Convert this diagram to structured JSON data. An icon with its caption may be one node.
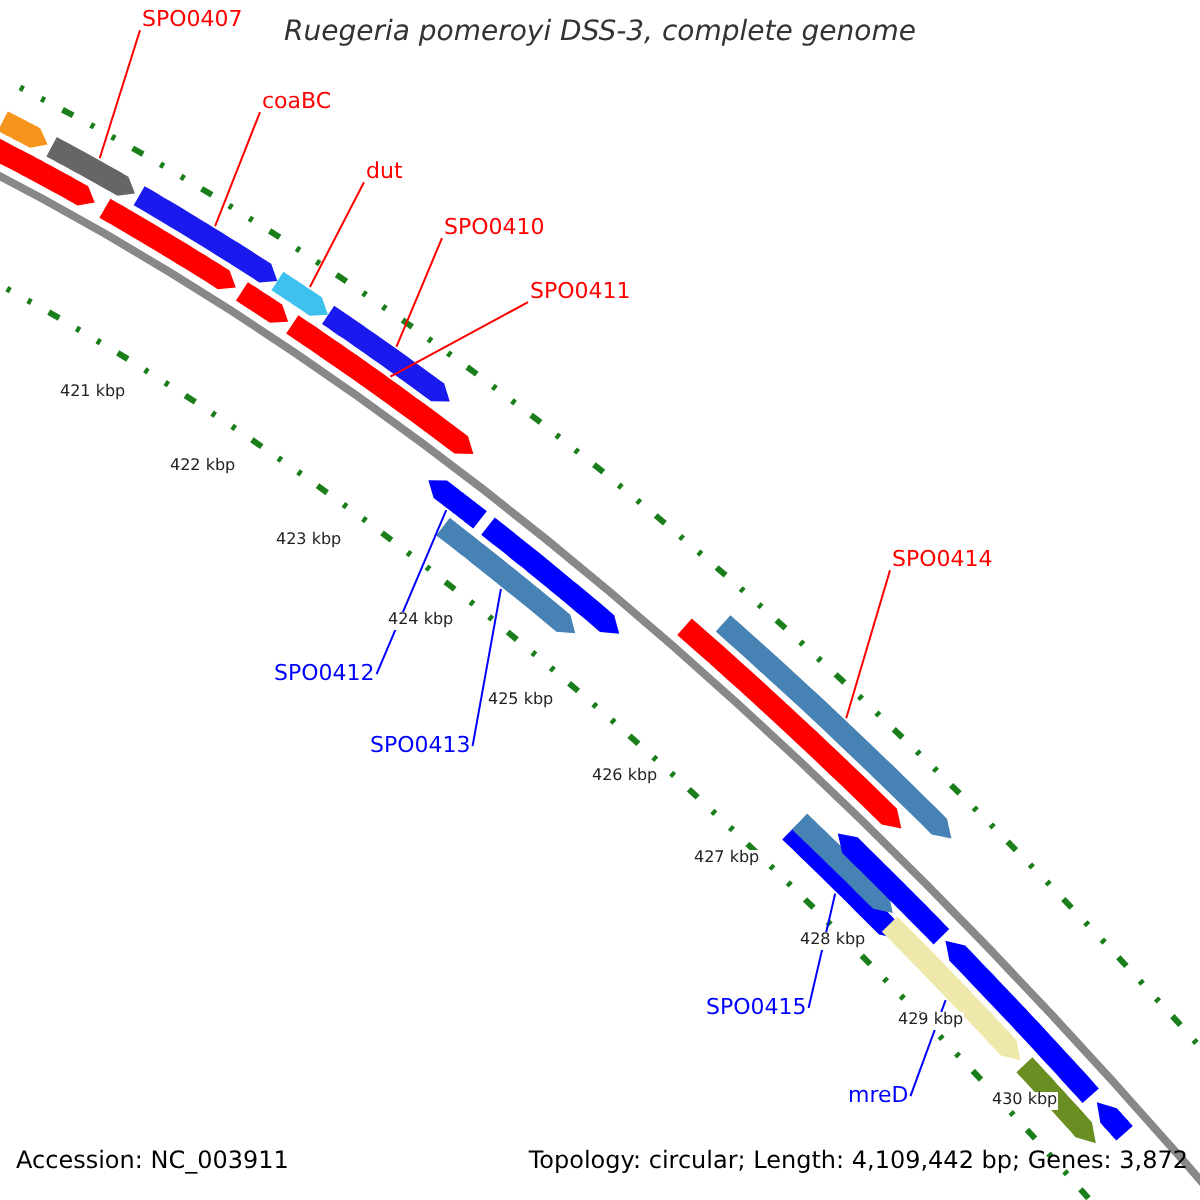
{
  "diagram": {
    "title": "Ruegeria pomeroyi DSS-3, complete genome",
    "nodes": [
      {
        "text": [
          "SPO0407"
        ]
      },
      {
        "text": [
          "coaBC"
        ]
      },
      {
        "text": [
          "dut"
        ]
      },
      {
        "text": [
          "SPO0410"
        ]
      },
      {
        "text": [
          "SPO0411"
        ]
      },
      {
        "text": [
          "SPO0414"
        ]
      },
      {
        "text": [
          "SPO0412"
        ]
      },
      {
        "text": [
          "SPO0413"
        ]
      },
      {
        "text": [
          "SPO0415"
        ]
      },
      {
        "text": [
          "mreD"
        ]
      },
      {
        "text": [],
        "shape": "arrow"
      },
      {
        "text": [],
        "shape": "arrow"
      },
      {
        "text": [],
        "shape": "arrow"
      },
      {
        "text": [],
        "shape": "arrow"
      },
      {
        "text": [],
        "shape": "arrow"
      },
      {
        "text": [],
        "shape": "arrow"
      },
      {
        "text": [],
        "shape": "arrow"
      },
      {
        "text": [],
        "shape": "arrow"
      },
      {
        "text": [],
        "shape": "arrow"
      },
      {
        "text": [],
        "shape": "arrow"
      },
      {
        "text": [],
        "shape": "arrow"
      },
      {
        "text": [],
        "shape": "arrow"
      },
      {
        "text": [],
        "shape": "arrow"
      },
      {
        "text": [],
        "shape": "arrow"
      },
      {
        "text": [],
        "shape": "arrow"
      },
      {
        "text": [],
        "shape": "arrow"
      },
      {
        "text": [],
        "shape": "arrow"
      },
      {
        "text": [],
        "shape": "arrow"
      },
      {
        "text": [],
        "shape": "arrow"
      },
      {
        "text": [],
        "shape": "arrow"
      },
      {
        "text": [],
        "shape": "arrow"
      }
    ],
    "edges": [
      {
        "from": 0,
        "to": 12,
        "arrow": "none",
        "color": "#ff0000"
      },
      {
        "from": 1,
        "to": 14,
        "arrow": "none",
        "color": "#ff0000"
      },
      {
        "from": 2,
        "to": 16,
        "arrow": "none",
        "color": "#ff0000"
      },
      {
        "from": 3,
        "to": 18,
        "arrow": "none",
        "color": "#ff0000"
      },
      {
        "from": 4,
        "to": 17,
        "arrow": "none",
        "color": "#ff0000"
      },
      {
        "from": 5,
        "to": 23,
        "arrow": "none",
        "color": "#ff0000"
      },
      {
        "from": 6,
        "to": 19,
        "arrow": "none",
        "color": "#0000ff"
      },
      {
        "from": 7,
        "to": 20,
        "arrow": "none",
        "color": "#0000ff"
      },
      {
        "from": 8,
        "to": 24,
        "arrow": "none",
        "color": "#0000ff"
      },
      {
        "from": 9,
        "to": 27,
        "arrow": "none",
        "color": "#0000ff"
      }
    ],
    "labels": [
      "421 kbp",
      "422 kbp",
      "423 kbp",
      "424 kbp",
      "425 kbp",
      "426 kbp",
      "427 kbp",
      "428 kbp",
      "429 kbp",
      "430 kbp",
      "Accession: NC_003911",
      "Topology: circular; Length: 4,109,442 bp; Genes: 3,872"
    ]
  }
}
